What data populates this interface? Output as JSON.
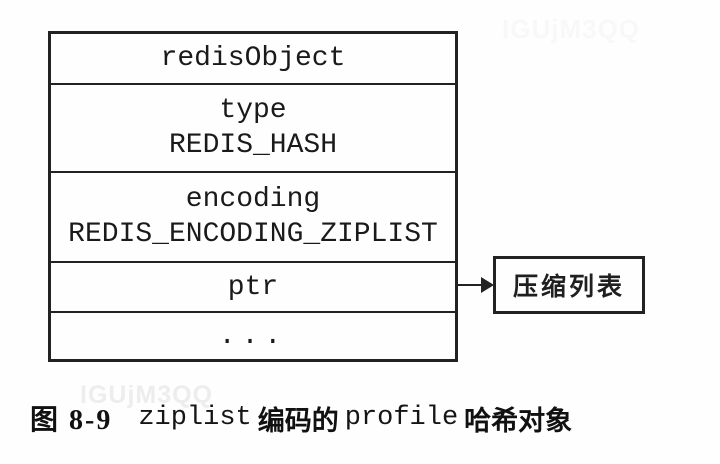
{
  "watermarks": {
    "top_right": "IGUjM3QQ",
    "bottom_left": "IGUjM3QQ"
  },
  "diagram": {
    "object_box": {
      "rows": [
        {
          "name": "redisObject",
          "lines": [
            "redisObject"
          ]
        },
        {
          "name": "type",
          "lines": [
            "type",
            "REDIS_HASH"
          ]
        },
        {
          "name": "encoding",
          "lines": [
            "encoding",
            "REDIS_ENCODING_ZIPLIST"
          ]
        },
        {
          "name": "ptr",
          "lines": [
            "ptr"
          ]
        },
        {
          "name": "ellipsis",
          "lines": [
            "..."
          ]
        }
      ]
    },
    "pointer_target": {
      "label": "压缩列表"
    }
  },
  "caption": {
    "figure_label": "图 8-9",
    "part_code_1": "ziplist",
    "part_cjk_1": "编码的",
    "part_code_2": "profile",
    "part_cjk_2": "哈希对象"
  },
  "colors": {
    "line": "#222222",
    "text": "#1a1a1a",
    "background": "#fefefe",
    "watermark_faint": "#f8f8f8",
    "watermark_light": "#ededed"
  }
}
